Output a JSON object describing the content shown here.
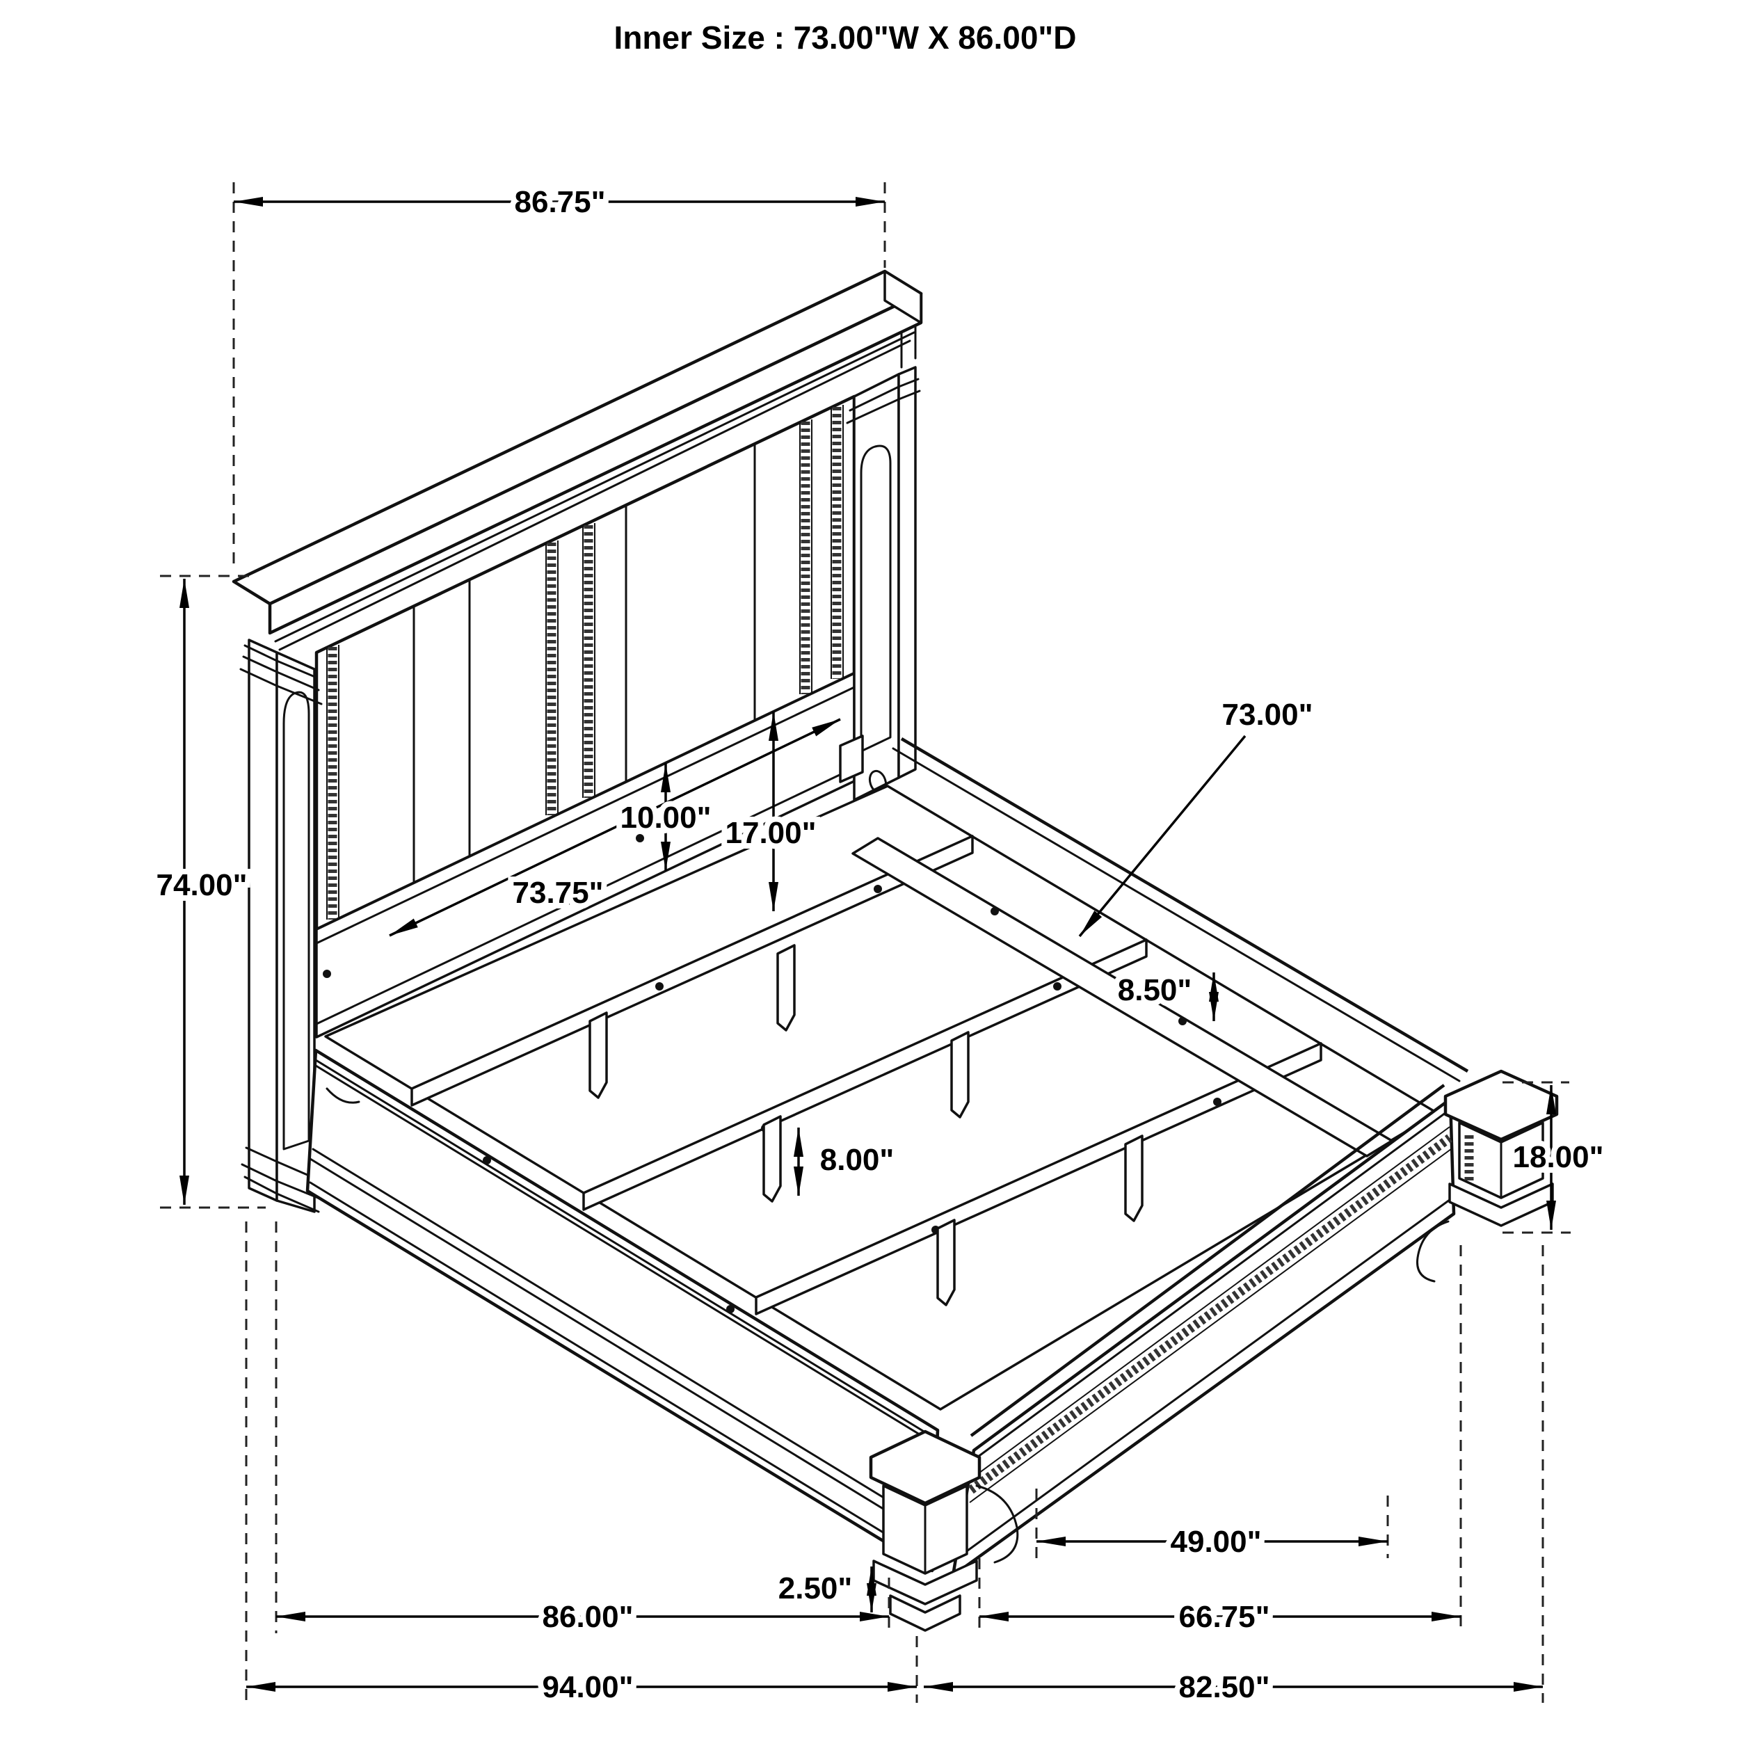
{
  "title": "Inner Size : 73.00\"W X 86.00\"D",
  "dimensions": {
    "headboard_width": "86.75\"",
    "headboard_height": "74.00\"",
    "headboard_panel_width": "73.75\"",
    "panel_bottom_rail_height": "10.00\"",
    "panel_to_deck_height": "17.00\"",
    "slat_inner_width": "73.00\"",
    "rail_inner_height": "8.50\"",
    "slat_leg_height": "8.00\"",
    "footboard_height": "18.00\"",
    "foot_base_height": "2.50\"",
    "frame_inner_length": "86.00\"",
    "footboard_panel_width": "66.75\"",
    "footboard_opening_width": "49.00\"",
    "overall_length": "94.00\"",
    "overall_width": "82.50\""
  }
}
